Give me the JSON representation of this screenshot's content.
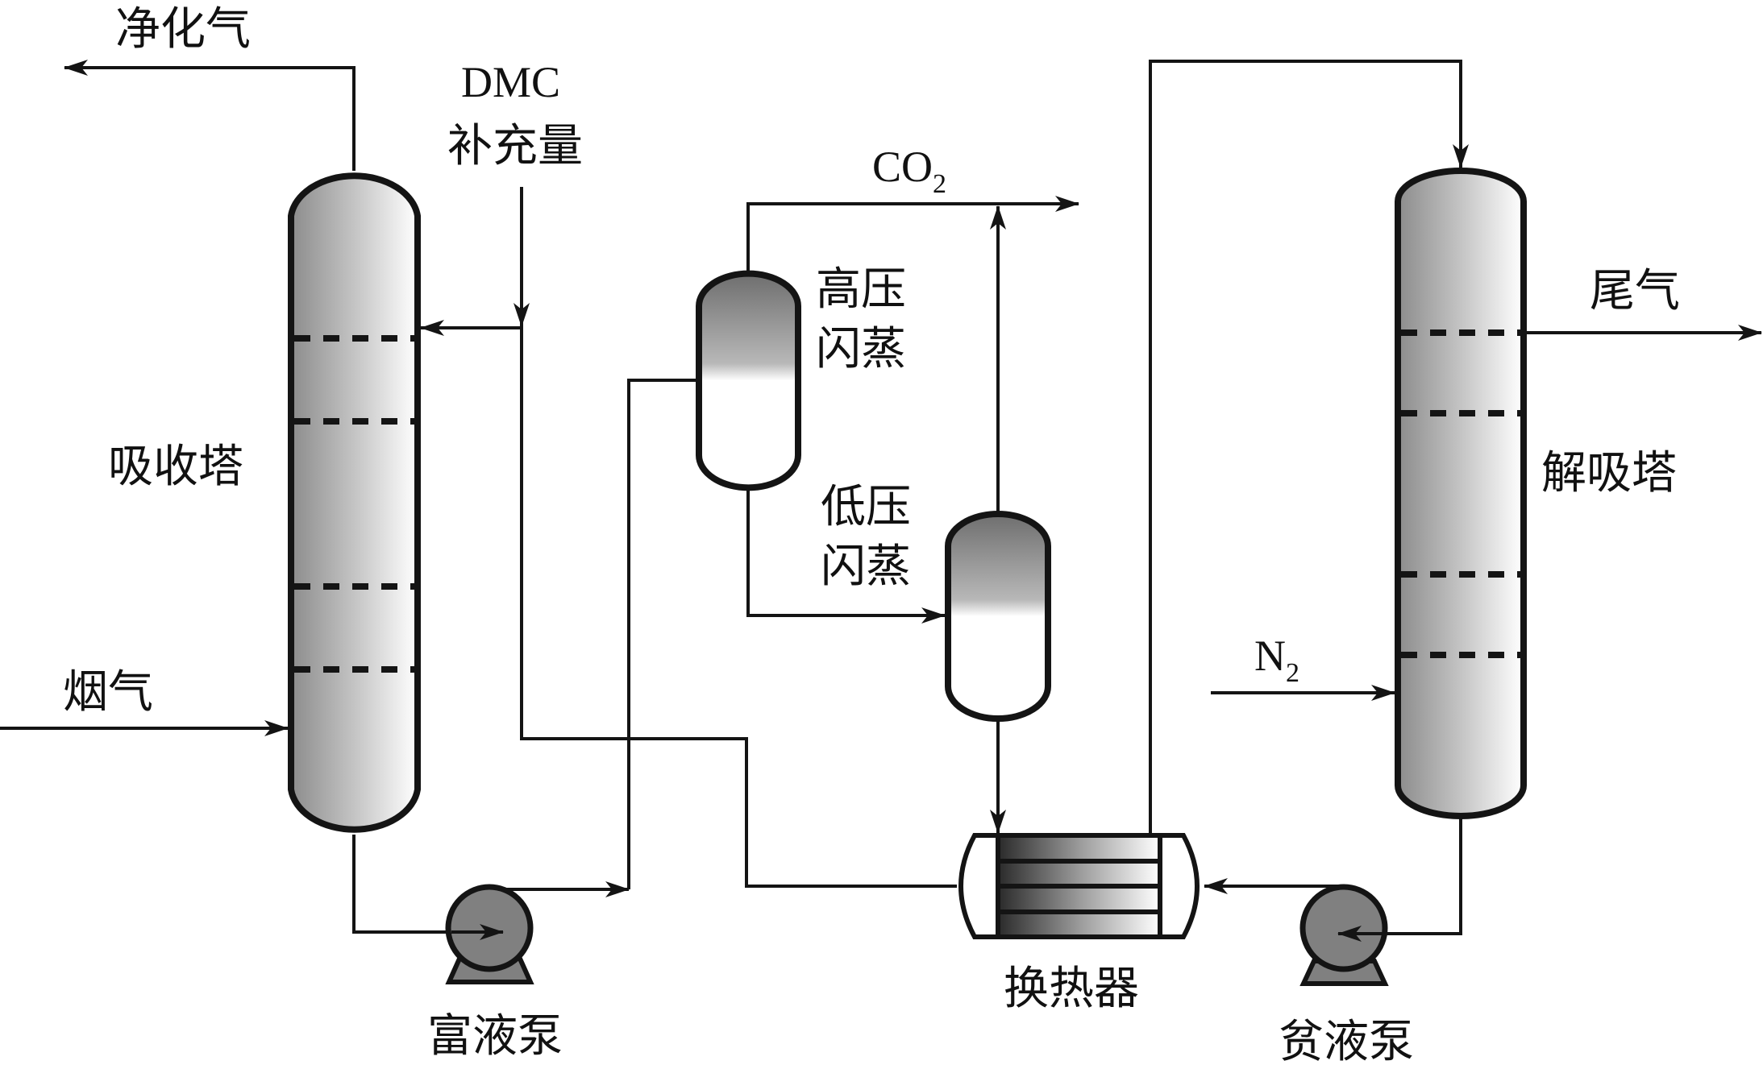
{
  "title": "DMC-based CO2 absorption/desorption process flow diagram",
  "equipment": {
    "absorber": {
      "label": "吸收塔"
    },
    "stripper": {
      "label": "解吸塔"
    },
    "hp_flash": {
      "label_line1": "高压",
      "label_line2": "闪蒸"
    },
    "lp_flash": {
      "label_line1": "低压",
      "label_line2": "闪蒸"
    },
    "heat_exchanger": {
      "label": "换热器"
    },
    "rich_pump": {
      "label": "富液泵"
    },
    "lean_pump": {
      "label": "贫液泵"
    }
  },
  "streams": {
    "purified_gas": "净化气",
    "flue_gas": "烟气",
    "dmc_makeup_line1": "DMC",
    "dmc_makeup_line2": "补充量",
    "co2_main": "CO",
    "co2_sub": "2",
    "tail_gas": "尾气",
    "n2_main": "N",
    "n2_sub": "2"
  },
  "colors": {
    "line": "#141414",
    "pump_fill": "#808080",
    "gradient_dark": "#8c8c8c",
    "gradient_light": "#ffffff",
    "flash_top": "#6e6e6e",
    "hx_dark": "#2a2a2a"
  }
}
